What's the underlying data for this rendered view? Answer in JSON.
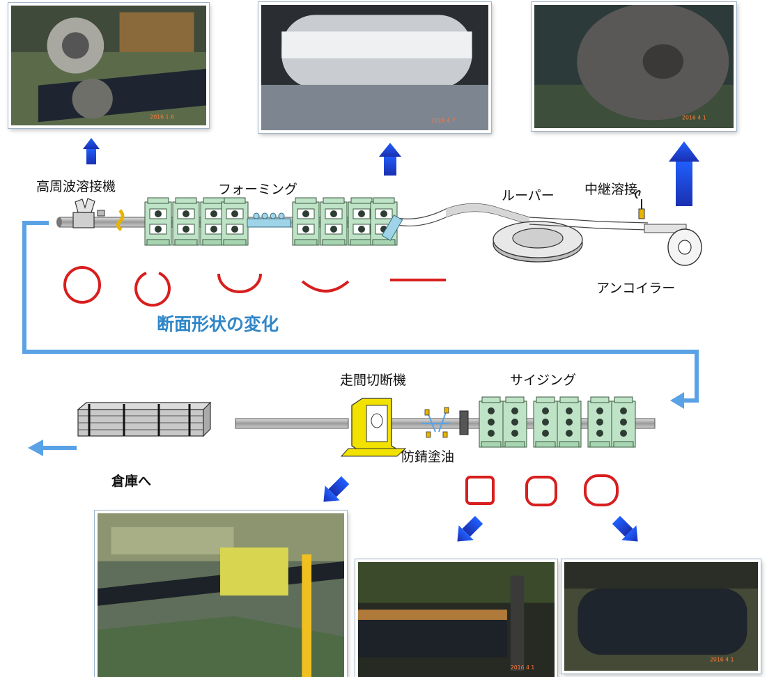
{
  "labels": {
    "welder": "高周波溶接機",
    "forming": "フォーミング",
    "looper": "ルーパー",
    "splice_weld": "中継溶接",
    "uncoiler": "アンコイラー",
    "cross_section": "断面形状の変化",
    "cutter": "走間切断機",
    "sizing": "サイジング",
    "rust_oil": "防錆塗油",
    "warehouse": "倉庫へ"
  },
  "photo_datestamps": {
    "welder": "2016 1 6",
    "forming": "2016 4 7",
    "uncoiler": "2016 4 1",
    "square1": "2016 4 1",
    "square2": "2016 4 1"
  },
  "colors": {
    "arrow_blue": "#2a4fd8",
    "flow_line": "#5aa2e6",
    "section_red": "#d81e1e",
    "machine_green": "#bfe3c6",
    "caption_blue": "#2f86c8"
  }
}
